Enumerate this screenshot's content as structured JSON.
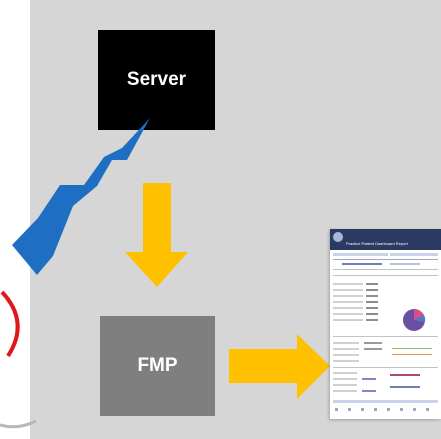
{
  "nodes": {
    "server": {
      "label": "Server"
    },
    "fmp": {
      "label": "FMP"
    }
  },
  "report": {
    "title": "Practice Patient Dashboard Report"
  },
  "colors": {
    "panel": "#d6d6d6",
    "server_box": "#000000",
    "fmp_box": "#7f7f7f",
    "arrow": "#ffc000",
    "lightning": "#1e6fc4",
    "signal": "#e0161b",
    "report_header": "#2b3a63"
  }
}
